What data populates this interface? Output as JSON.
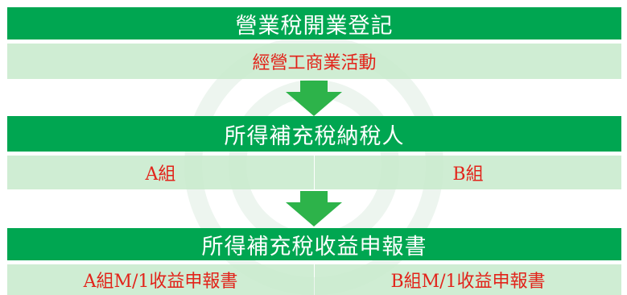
{
  "colors": {
    "header_green": "#00a651",
    "cell_green": "#c7eacb",
    "text_red": "#e2231a",
    "arrow_green": "#2db34a"
  },
  "step1": {
    "title": "營業稅開業登記",
    "item": "經營工商業活動"
  },
  "step2": {
    "title": "所得補充稅納稅人",
    "items": [
      "A組",
      "B組"
    ]
  },
  "step3": {
    "title": "所得補充稅收益申報書",
    "items": [
      "A組M/1收益申報書",
      "B組M/1收益申報書"
    ]
  }
}
